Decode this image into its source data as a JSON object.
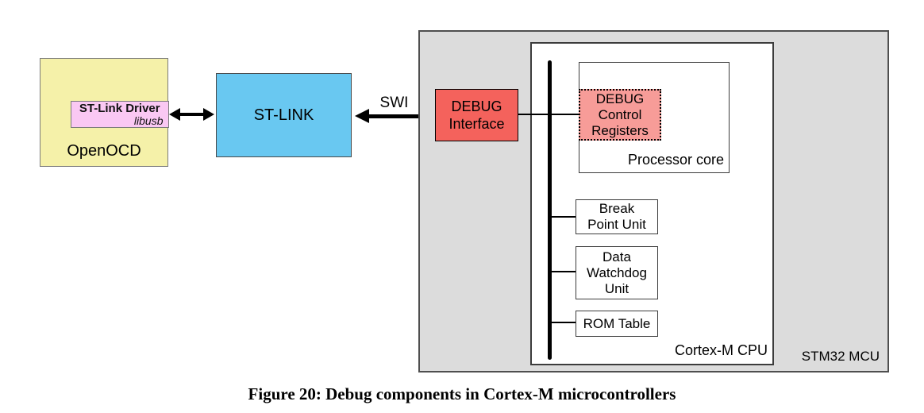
{
  "figure": {
    "caption": "Figure 20: Debug components in Cortex-M microcontrollers"
  },
  "diagram": {
    "openocd": {
      "label": "OpenOCD",
      "driver_label": "ST-Link Driver",
      "driver_sublabel": "libusb"
    },
    "stlink": {
      "label": "ST-LINK"
    },
    "swi_link": {
      "label": "SWI"
    },
    "stm32_mcu": {
      "label": "STM32 MCU"
    },
    "cortex_cpu": {
      "label": "Cortex-M CPU"
    },
    "debug_interface": {
      "label": "DEBUG\nInterface"
    },
    "processor_core": {
      "label": "Processor core"
    },
    "debug_control_registers": {
      "label": "DEBUG\nControl\nRegisters"
    },
    "break_point_unit": {
      "label": "Break\nPoint Unit"
    },
    "data_watchdog_unit": {
      "label": "Data\nWatchdog\nUnit"
    },
    "rom_table": {
      "label": "ROM Table"
    }
  },
  "colors": {
    "openocd_bg": "#F5F1A9",
    "stlink_driver_bg": "#FAC8F3",
    "stlink_bg": "#69C8F1",
    "debug_interface_bg": "#F4625C",
    "debug_control_registers_bg": "#F79C98",
    "stm32_mcu_bg": "#DCDCDC",
    "line_color": "#000000"
  }
}
